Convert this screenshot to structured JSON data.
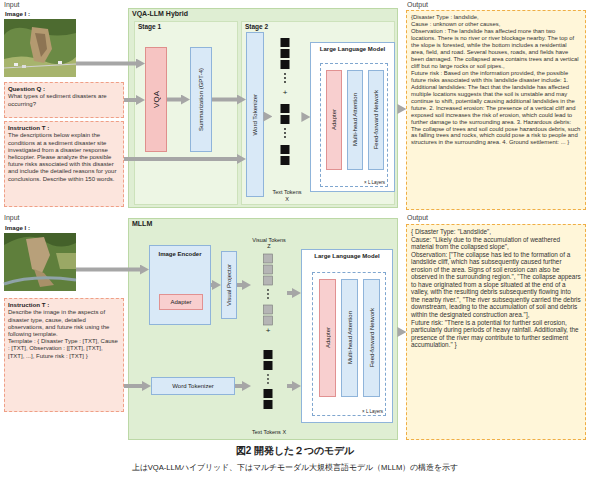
{
  "diagram": {
    "caption": "図2 開発した２つのモデル",
    "nodes": [
      {
        "text": [
          "Image I :"
        ]
      },
      {
        "text": [
          "Question Q :",
          "What types of sediment disasters are occurring?"
        ]
      },
      {
        "text": [
          "Instruction T :",
          "The descriptions below explain the conditions at a sediment disaster site investigated from a disaster response helicopter. Please analyze the possible future risks associated with this disaster and include the detailed reasons for your conclusions. Describe within 150 words."
        ]
      },
      {
        "text": [
          "VQA-LLM Hybrid"
        ]
      },
      {
        "text": [
          "Stage 1"
        ],
        "in": 3
      },
      {
        "text": [
          "VQA"
        ],
        "in": 4
      },
      {
        "text": [
          "Summarization (GPT-4)"
        ],
        "in": 4
      },
      {
        "text": [
          "Stage 2"
        ],
        "in": 3
      },
      {
        "text": [
          "Word Tokenizer"
        ],
        "in": 7
      },
      {
        "text": [
          "Text Tokens X"
        ],
        "in": 7
      },
      {
        "text": [
          "Large Language Model"
        ],
        "in": 7
      },
      {
        "text": [
          "× L Layers"
        ],
        "in": 10
      },
      {
        "text": [
          "Adapter"
        ],
        "in": 11
      },
      {
        "text": [
          "Multi-head Attention"
        ],
        "in": 11
      },
      {
        "text": [
          "Feed-forward Network"
        ],
        "in": 11
      },
      {
        "text": [
          "{Disaster Type : landslide,",
          "Cause : unknown or other causes,",
          "Observation : The landslide has affected more than two locations. There is no river or river blockage nearby. The top of the slope is forested, while the bottom includes a residential area, field, and road. Several houses, roads, and fields have been damaged. The collapsed area contains trees and a vertical cliff but no large rocks or soil pipes.,",
          "Future risk : Based on the information provided, the possible future risks associated with this landslide disaster include: 1. Additional landslides: The fact that the landslide has affected multiple locations suggests that the soil is unstable and may continue to shift, potentially causing additional landslides in the future. 2. Increased erosion: The presence of a vertical cliff and exposed soil increases the risk of erosion, which could lead to further damage to the surrounding area. 3. Hazardous debris: The collapse of trees and soil could pose hazardous debris, such as falling trees and rocks, which could pose a risk to people and structures in the surrounding area. 4. Ground settlement: ... }"
        ]
      },
      {
        "text": [
          "Image I :"
        ]
      },
      {
        "text": [
          "Instruction T :",
          "Describe the image in the aspects of disaster type, cause, detailed observations, and future risk using the following template.",
          "Template : { Disaster Type : [TXT], Cause : [TXT], Observation : [[TXT], [TXT], [TXT], ...], Future risk : [TXT] }"
        ]
      },
      {
        "text": [
          "MLLM"
        ]
      },
      {
        "text": [
          "Image Encoder"
        ],
        "in": 18
      },
      {
        "text": [
          "Adapter"
        ],
        "in": 19
      },
      {
        "text": [
          "Visual Projector"
        ],
        "in": 18
      },
      {
        "text": [
          "Visual Tokens Z"
        ],
        "in": 18
      },
      {
        "text": [
          "Word Tokenizer"
        ],
        "in": 18
      },
      {
        "text": [
          "Text Tokens X"
        ],
        "in": 18
      },
      {
        "text": [
          "Large Language Model"
        ],
        "in": 18
      },
      {
        "text": [
          "× L Layers"
        ],
        "in": 25
      },
      {
        "text": [
          "Adapter"
        ],
        "in": 26
      },
      {
        "text": [
          "Multi-head Attention"
        ],
        "in": 26
      },
      {
        "text": [
          "Feed-forward Network"
        ],
        "in": 26
      },
      {
        "text": [
          "{ Disaster Type: \"Landslide\",",
          "Cause: \"Likely due to the accumulation of weathered material from the collapsed slope\",",
          "Observation: [\"The collapse has led to the formation of a landslide cliff, which has subsequently caused further erosion of the area. Signs of soil erosion can also be observed in the surrounding region.\", \"The collapse appears to have originated from a slope situated at the end of a valley, with the resulting debris subsequently flowing into the nearby river.\", \"The river subsequently carried the debris downstream, leading to the accumulation of soil and debris within the designated construction area.\"],",
          "Future risk: \"There is a potential for further soil erosion, particularly during periods of heavy rainfall. Additionally, the presence of the river may contribute to further sediment accumulation.\" }"
        ]
      }
    ],
    "edges": [
      {
        "from": 0,
        "to": 5,
        "arrow": "to"
      },
      {
        "from": 1,
        "to": 5,
        "arrow": "to"
      },
      {
        "from": 2,
        "to": 8,
        "arrow": "to"
      },
      {
        "from": 5,
        "to": 6,
        "arrow": "to"
      },
      {
        "from": 6,
        "to": 8,
        "arrow": "to"
      },
      {
        "from": 8,
        "to": 9,
        "arrow": "to"
      },
      {
        "from": 9,
        "to": 10,
        "arrow": "to"
      },
      {
        "from": 3,
        "to": 15,
        "arrow": "to"
      },
      {
        "from": 16,
        "to": 19,
        "arrow": "to"
      },
      {
        "from": 17,
        "to": 23,
        "arrow": "to"
      },
      {
        "from": 19,
        "to": 21,
        "arrow": "to"
      },
      {
        "from": 21,
        "to": 22,
        "arrow": "to"
      },
      {
        "from": 23,
        "to": 24,
        "arrow": "to"
      },
      {
        "from": 22,
        "to": 25,
        "arrow": "to"
      },
      {
        "from": 24,
        "to": 25,
        "arrow": "to"
      },
      {
        "from": 18,
        "to": 30,
        "arrow": "to"
      }
    ],
    "labels": [
      "Input",
      "Output",
      "+",
      "Input",
      "Output",
      "+",
      "上はVQA-LLMハイブリッド、下はマルチモーダル大規模言語モデル（MLLM）の構造を示す"
    ]
  }
}
